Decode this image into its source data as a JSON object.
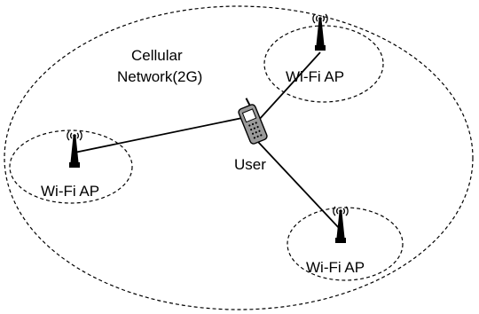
{
  "diagram": {
    "cellular_label_line1": "Cellular",
    "cellular_label_line2": "Network(2G)",
    "user_label": "User",
    "access_points": [
      {
        "label": "Wi-Fi AP"
      },
      {
        "label": "Wi-Fi AP"
      },
      {
        "label": "Wi-Fi AP"
      }
    ]
  },
  "icons": {
    "access_point": "antenna-icon",
    "user_device": "mobile-phone-icon"
  },
  "colors": {
    "stroke": "#000000",
    "phone_body": "#9a9a9a",
    "background": "#ffffff"
  }
}
